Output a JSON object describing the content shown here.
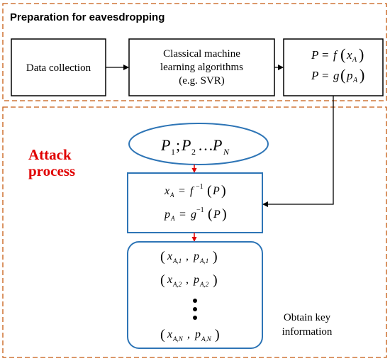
{
  "prep": {
    "title": "Preparation for eavesdropping",
    "data_collection": "Data collection",
    "ml_line1": "Classical machine",
    "ml_line2": "learning algorithms",
    "ml_line3": "(e.g. SVR)",
    "model_p": "P",
    "model_eq": "=",
    "model_f": "f",
    "model_g": "g",
    "model_x": "x",
    "model_p_small": "p",
    "model_sub_a": "A"
  },
  "attack": {
    "title_line1": "Attack",
    "title_line2": "process",
    "ellipse_p": "P",
    "ellipse_sub1": "1",
    "ellipse_sub2": "2",
    "ellipse_subn": "N",
    "ellipse_sep": ";",
    "ellipse_dots": "…",
    "inv_x": "x",
    "inv_p_small": "p",
    "inv_sub_a": "A",
    "inv_eq": "=",
    "inv_f": "f",
    "inv_g": "g",
    "inv_exp": "−1",
    "inv_P": "P",
    "pairs": [
      {
        "x": "x",
        "sub_x": "A,1",
        "p": "p",
        "sub_p": "A,1"
      },
      {
        "x": "x",
        "sub_x": "A,2",
        "p": "p",
        "sub_p": "A,2"
      },
      {
        "x": "x",
        "sub_x": "A,N",
        "p": "p",
        "sub_p": "A,N"
      }
    ],
    "obtain_line1": "Obtain key",
    "obtain_line2": "information"
  },
  "colors": {
    "dashed_border": "#c55a11",
    "attack_title": "#e00000",
    "blue": "#2e75b6",
    "red_arrow": "#e00000",
    "black": "#000000"
  }
}
